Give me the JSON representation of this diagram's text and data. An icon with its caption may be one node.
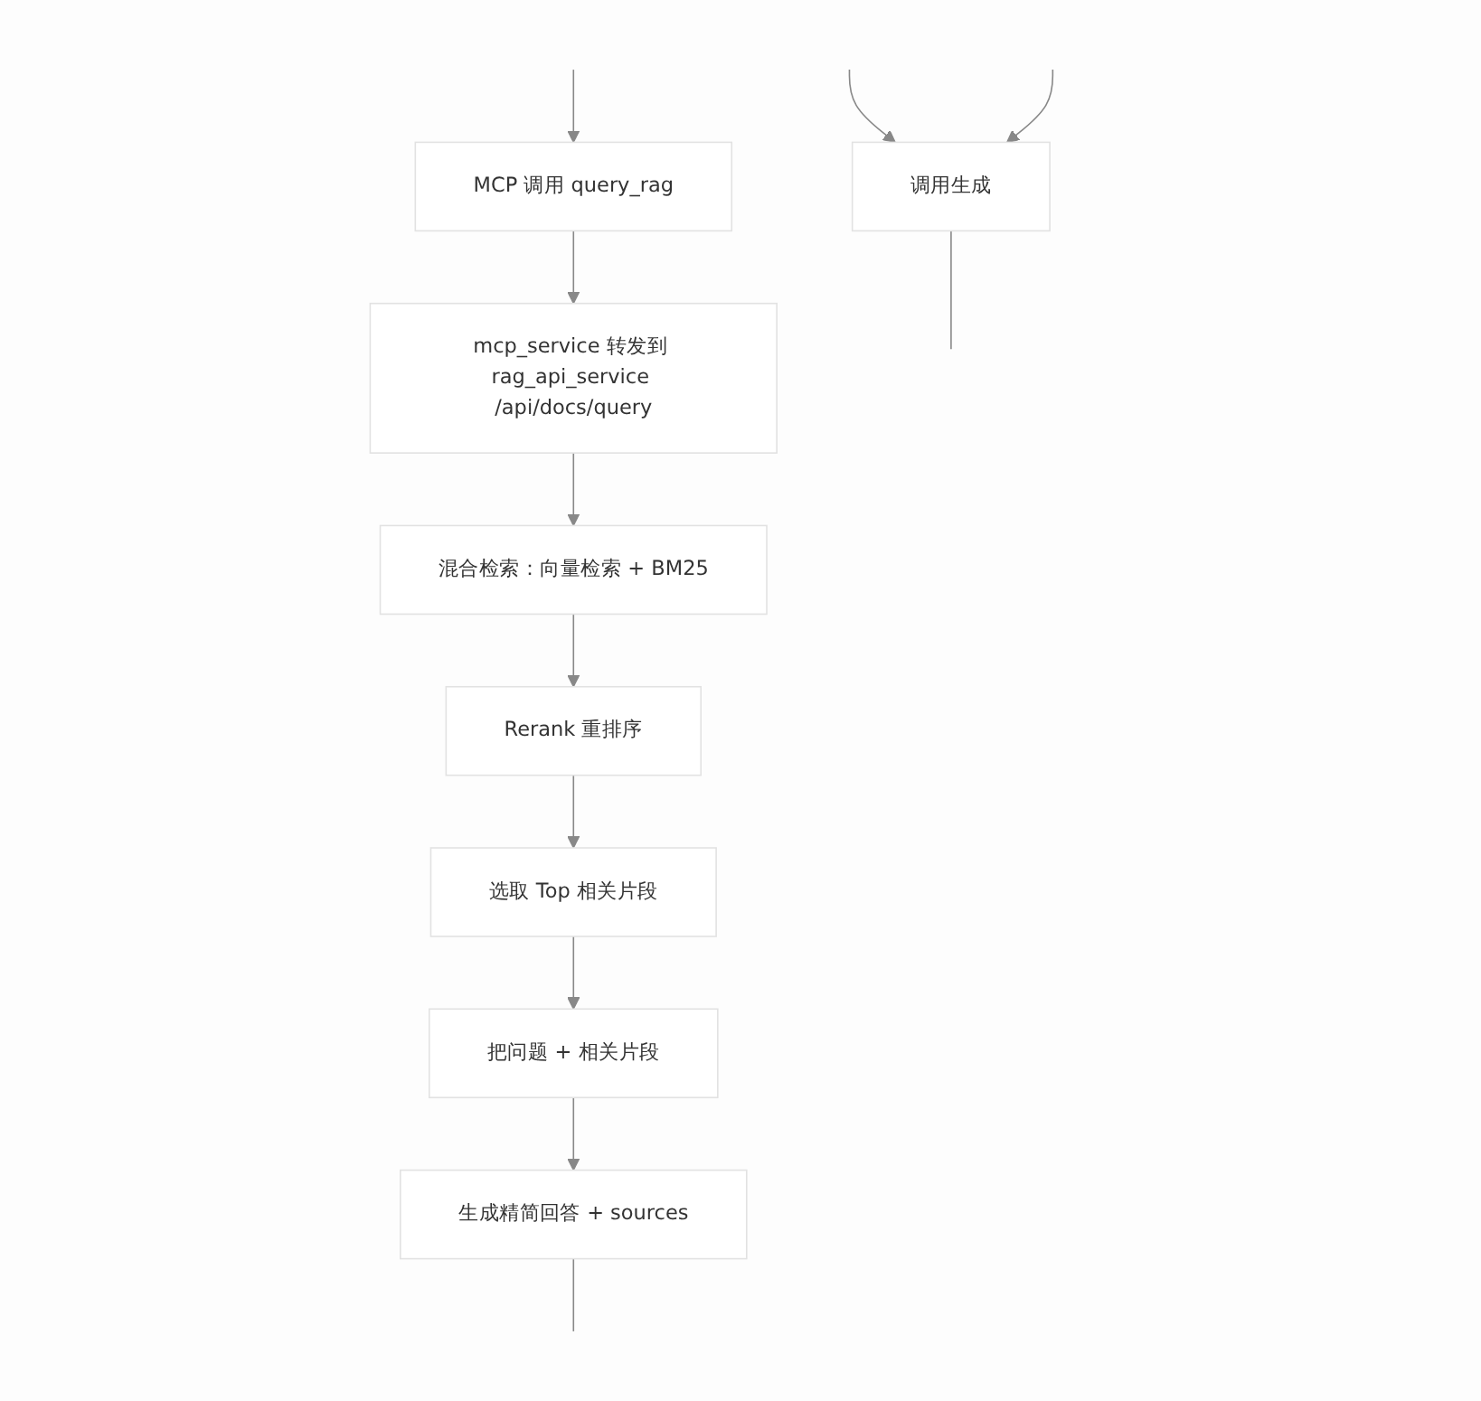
{
  "diagram": {
    "nodes": [
      {
        "text": [
          "调用生成"
        ]
      },
      {
        "text": [
          "MCP 调用 query_rag"
        ]
      },
      {
        "text": [
          "mcp_service 转发到 rag_api_service /api/docs/query"
        ]
      },
      {
        "text": [
          "混合检索：向量检索 + BM25"
        ]
      },
      {
        "text": [
          "Rerank 重排序"
        ]
      },
      {
        "text": [
          "选取 Top 相关片段"
        ]
      },
      {
        "text": [
          "把问题 + 相关片段"
        ]
      },
      {
        "text": [
          "生成精简回答 + sources"
        ]
      }
    ],
    "edges": [
      {
        "from": null,
        "to": 0,
        "arrow": "to"
      },
      {
        "from": null,
        "to": 0,
        "arrow": "to"
      },
      {
        "from": 0,
        "to": null,
        "arrow": "none"
      },
      {
        "from": null,
        "to": 1,
        "arrow": "to"
      },
      {
        "from": 1,
        "to": 2,
        "arrow": "to"
      },
      {
        "from": 2,
        "to": 3,
        "arrow": "to"
      },
      {
        "from": 3,
        "to": 4,
        "arrow": "to"
      },
      {
        "from": 4,
        "to": 5,
        "arrow": "to"
      },
      {
        "from": 5,
        "to": 6,
        "arrow": "to"
      },
      {
        "from": 6,
        "to": 7,
        "arrow": "to"
      },
      {
        "from": 7,
        "to": null,
        "arrow": "none"
      }
    ]
  }
}
